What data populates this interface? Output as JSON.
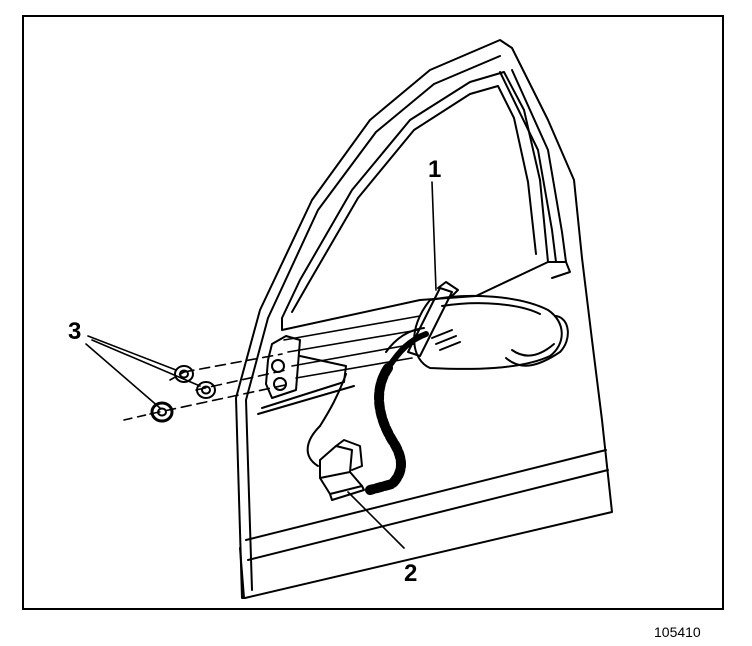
{
  "callouts": {
    "c1": "1",
    "c2": "2",
    "c3": "3"
  },
  "figure_number": "105410",
  "colors": {
    "ink": "#000000",
    "paper": "#ffffff"
  }
}
